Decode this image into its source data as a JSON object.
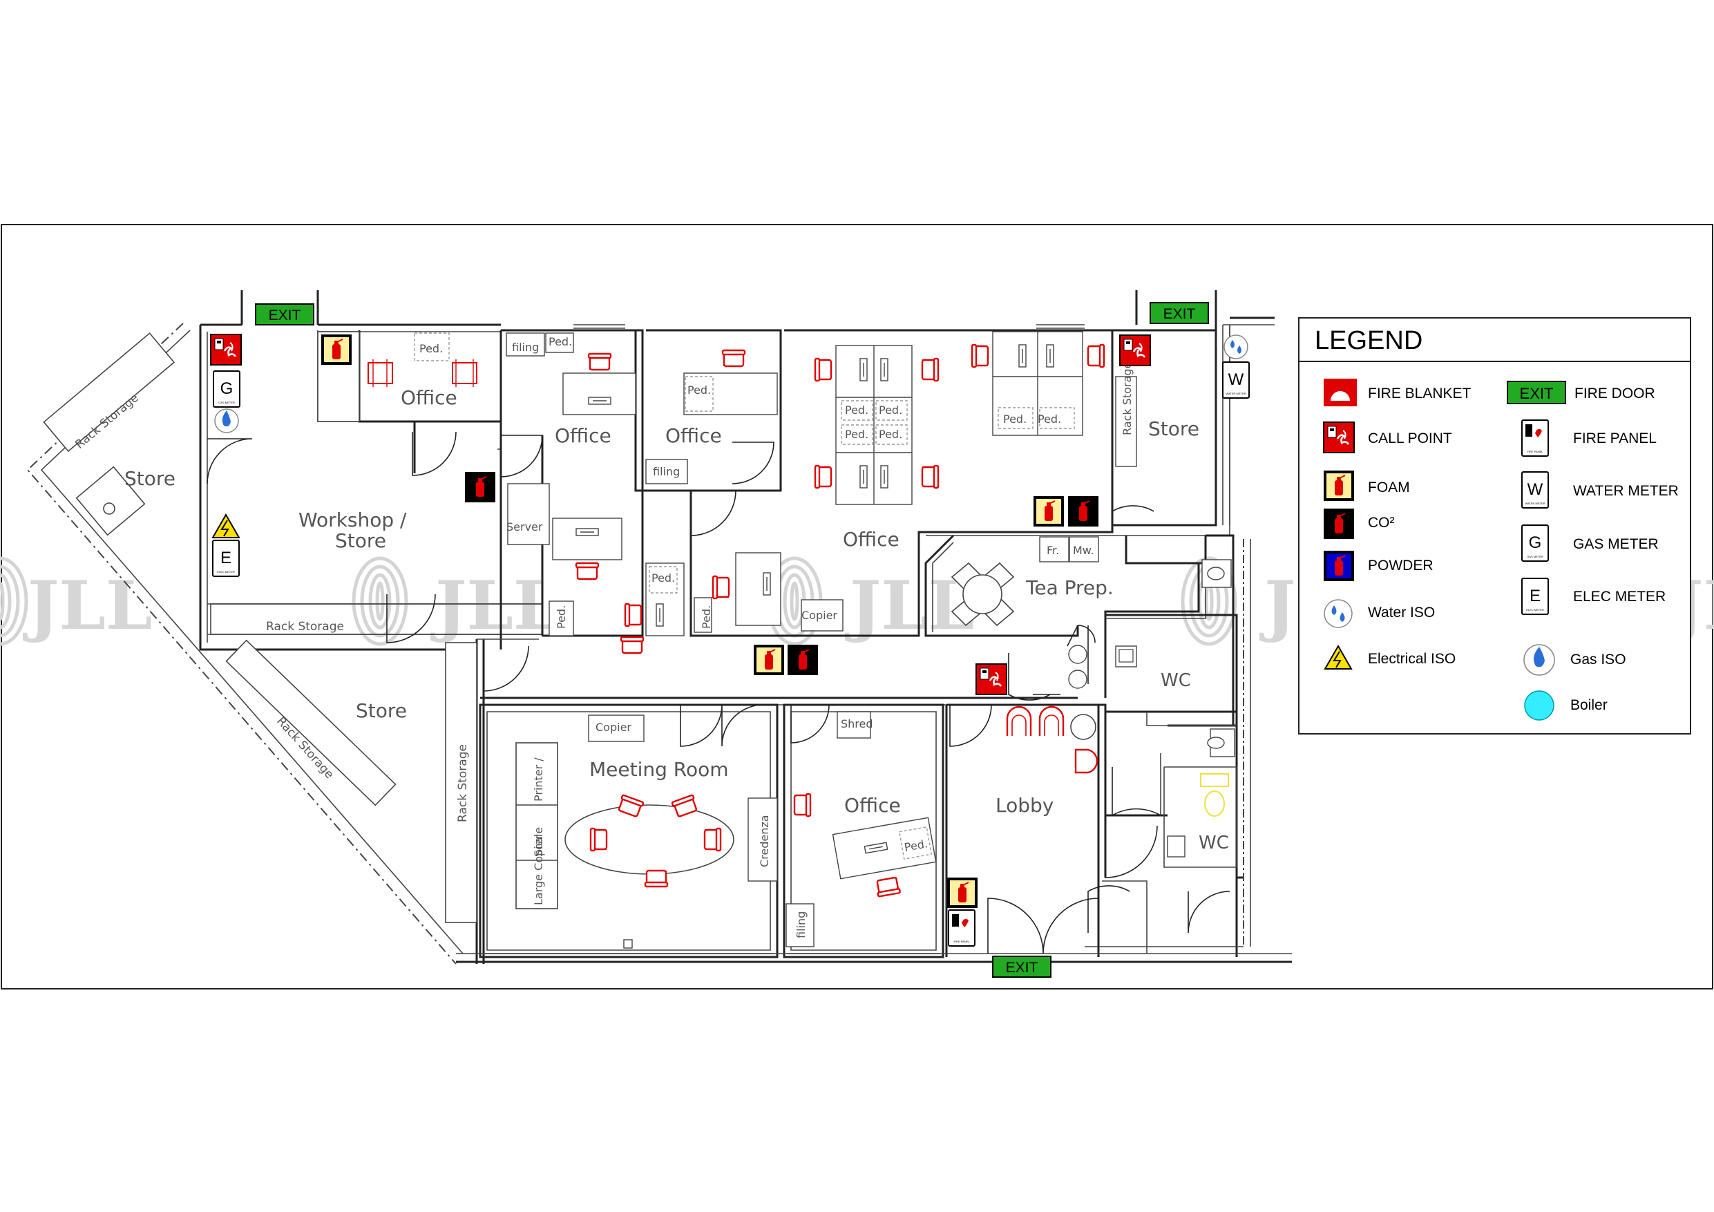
{
  "watermark": "JLL",
  "rooms": {
    "store_left": "Store",
    "rack_storage_top": "Rack Storage",
    "workshop": "Workshop  /\nStore",
    "workshop_line1": "Workshop  /",
    "workshop_line2": "Store",
    "rack_storage_bottom": "Rack Storage",
    "store_lower": "Store",
    "rack_storage_diag": "Rack Storage",
    "rack_storage_vertical": "Rack Storage",
    "office_1": "Office",
    "office_2": "Office",
    "office_3": "Office",
    "office_open": "Office",
    "store_right": "Store",
    "rack_storage_right": "Rack Storage",
    "tea_prep": "Tea  Prep.",
    "wc_1": "WC",
    "wc_2": "WC",
    "meeting_room": "Meeting Room",
    "office_4": "Office",
    "lobby": "Lobby"
  },
  "furniture": {
    "ped": "Ped.",
    "filing": "filing",
    "server": "Server",
    "copier": "Copier",
    "shred": "Shred",
    "credenza": "Credenza",
    "printer_scale": "Printer / Scale",
    "printer": "Printer /",
    "scale": "Scale",
    "large_copier": "Large Copier",
    "fridge": "Fr.",
    "microwave": "Mw."
  },
  "signs": {
    "exit": "EXIT",
    "gas_meter_letter": "G",
    "water_meter_letter": "W",
    "elec_meter_letter": "E",
    "gas_meter_caption": "GAS METER",
    "water_meter_caption": "WATER METER",
    "elec_meter_caption": "ELEC METER",
    "fire_panel_caption": "FIRE PANEL"
  },
  "legend": {
    "title": "LEGEND",
    "items_left": [
      {
        "icon": "fire-blanket-icon",
        "label": "FIRE BLANKET"
      },
      {
        "icon": "call-point-icon",
        "label": "CALL POINT"
      },
      {
        "icon": "foam-extinguisher-icon",
        "label": "FOAM"
      },
      {
        "icon": "co2-extinguisher-icon",
        "label": "CO²"
      },
      {
        "icon": "powder-extinguisher-icon",
        "label": "POWDER"
      },
      {
        "icon": "water-iso-icon",
        "label": "Water ISO"
      },
      {
        "icon": "electrical-iso-icon",
        "label": "Electrical ISO"
      }
    ],
    "items_right": [
      {
        "icon": "fire-door-icon",
        "label": "FIRE DOOR"
      },
      {
        "icon": "fire-panel-icon",
        "label": "FIRE PANEL"
      },
      {
        "icon": "water-meter-icon",
        "label": "WATER METER"
      },
      {
        "icon": "gas-meter-icon",
        "label": "GAS METER"
      },
      {
        "icon": "elec-meter-icon",
        "label": "ELEC METER"
      },
      {
        "icon": "gas-iso-icon",
        "label": "Gas ISO"
      },
      {
        "icon": "boiler-icon",
        "label": "Boiler"
      }
    ]
  },
  "colors": {
    "fire_red": "#e00000",
    "exit_green": "#22aa22",
    "foam_yellow": "#fff0a0",
    "co2_black": "#000000",
    "powder_blue": "#0000cc",
    "boiler_cyan": "#33eeff",
    "water_blue": "#2a6fd6"
  }
}
